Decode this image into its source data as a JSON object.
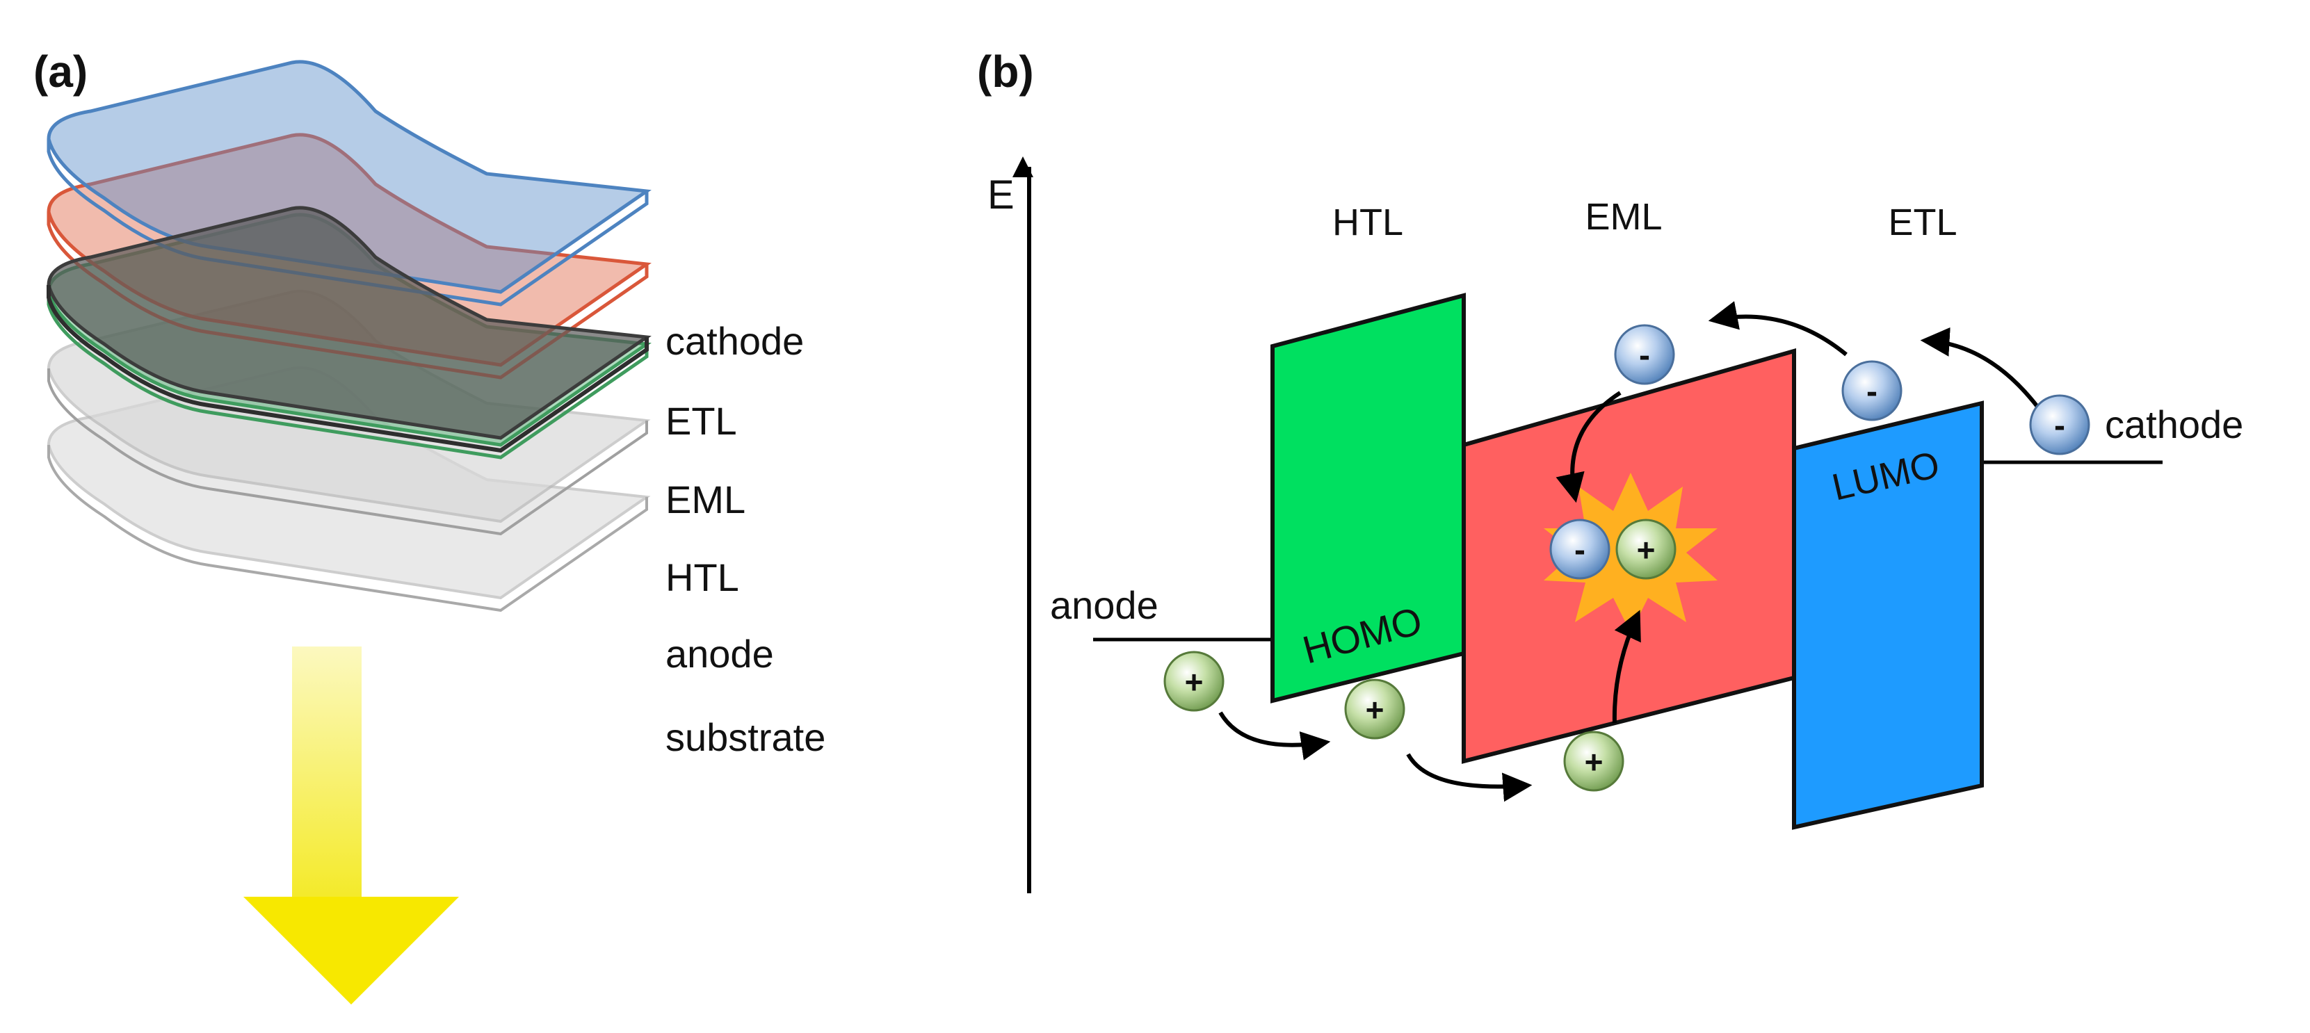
{
  "panel_a": {
    "label": "(a)",
    "layers": [
      {
        "name": "cathode",
        "color": "#4a4a4a"
      },
      {
        "name": "ETL",
        "color": "#5b8fc9"
      },
      {
        "name": "EML",
        "color": "#e0694a"
      },
      {
        "name": "HTL",
        "color": "#4caf6e"
      },
      {
        "name": "anode",
        "color": "#cfcfcf"
      },
      {
        "name": "substrate",
        "color": "#d8d8d8"
      }
    ],
    "emission_color": "#f2e600"
  },
  "panel_b": {
    "label": "(b)",
    "energy_axis": "E",
    "regions": {
      "htl": {
        "name": "HTL",
        "color": "#00e060",
        "level": "HOMO"
      },
      "eml": {
        "name": "EML",
        "color": "#ff6060"
      },
      "etl": {
        "name": "ETL",
        "color": "#1e9bff",
        "level": "LUMO"
      }
    },
    "electrodes": {
      "anode": "anode",
      "cathode": "cathode"
    },
    "electron_symbol": "-",
    "hole_symbol": "+",
    "electron_color": "#8fb4e0",
    "hole_color": "#a6cf86",
    "recombination_color": "#ffb020"
  }
}
